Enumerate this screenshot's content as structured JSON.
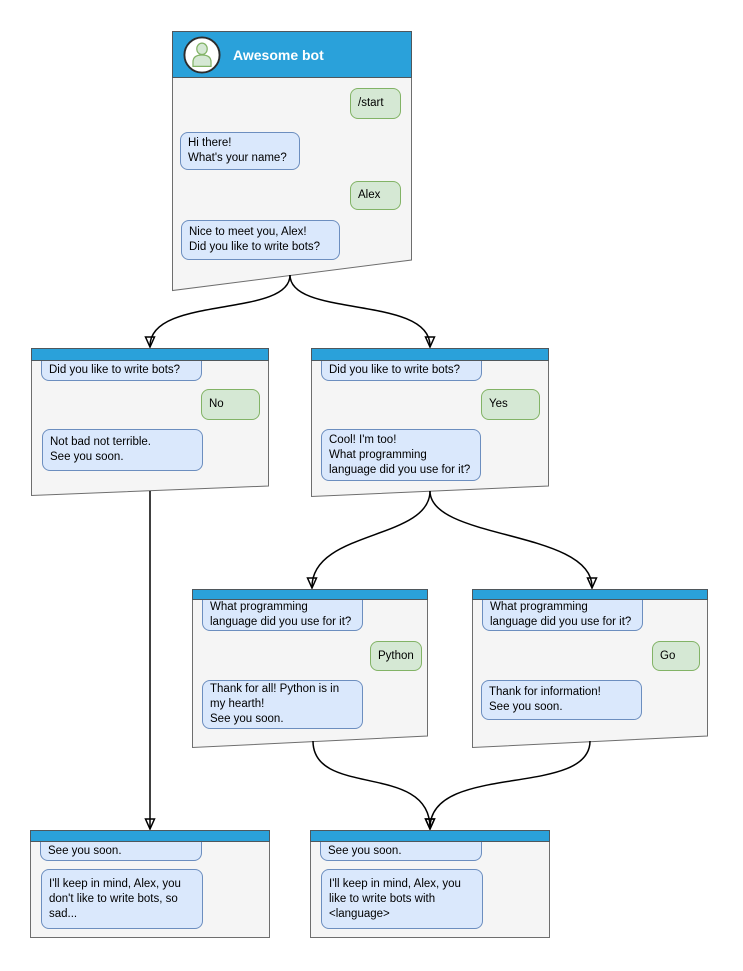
{
  "diagram": {
    "bot_title": "Awesome bot",
    "colors": {
      "titlebar_blue": "#2aa1da",
      "window_fill": "#f5f5f5",
      "window_border": "#6e6e6e",
      "bot_bubble_fill": "#dae8fc",
      "bot_bubble_border": "#6c8ebf",
      "user_bubble_fill": "#d5e8d4",
      "user_bubble_border": "#82b366",
      "connector": "#000000"
    },
    "windows": [
      {
        "id": "start",
        "title": "Awesome bot",
        "messages": [
          {
            "from": "user",
            "text": "/start"
          },
          {
            "from": "bot",
            "text": "Hi there!\nWhat's your name?"
          },
          {
            "from": "user",
            "text": "Alex"
          },
          {
            "from": "bot",
            "text": "Nice to meet you, Alex!\nDid you like to write bots?"
          }
        ]
      },
      {
        "id": "branch-no",
        "messages": [
          {
            "from": "bot",
            "text": "Did you like to write bots?"
          },
          {
            "from": "user",
            "text": "No"
          },
          {
            "from": "bot",
            "text": "Not bad not terrible.\nSee you soon."
          }
        ]
      },
      {
        "id": "branch-yes",
        "messages": [
          {
            "from": "bot",
            "text": "Did you like to write bots?"
          },
          {
            "from": "user",
            "text": "Yes"
          },
          {
            "from": "bot",
            "text": "Cool! I'm too!\nWhat programming\nlanguage did you use for it?"
          }
        ]
      },
      {
        "id": "branch-python",
        "messages": [
          {
            "from": "bot",
            "text": "What programming\nlanguage did you use for it?"
          },
          {
            "from": "user",
            "text": "Python"
          },
          {
            "from": "bot",
            "text": "Thank for all! Python is in\nmy hearth!\nSee you soon."
          }
        ]
      },
      {
        "id": "branch-go",
        "messages": [
          {
            "from": "bot",
            "text": "What programming\nlanguage did you use for it?"
          },
          {
            "from": "user",
            "text": "Go"
          },
          {
            "from": "bot",
            "text": "Thank for information!\nSee you soon."
          }
        ]
      },
      {
        "id": "end-no",
        "messages": [
          {
            "from": "bot",
            "text": "See you soon."
          },
          {
            "from": "bot",
            "text": "I'll keep in mind, Alex, you\ndon't like to write bots, so\nsad..."
          }
        ]
      },
      {
        "id": "end-language",
        "messages": [
          {
            "from": "bot",
            "text": "See you soon."
          },
          {
            "from": "bot",
            "text": "I'll keep in mind, Alex, you\nlike to write bots with\n<language>"
          }
        ]
      }
    ]
  }
}
